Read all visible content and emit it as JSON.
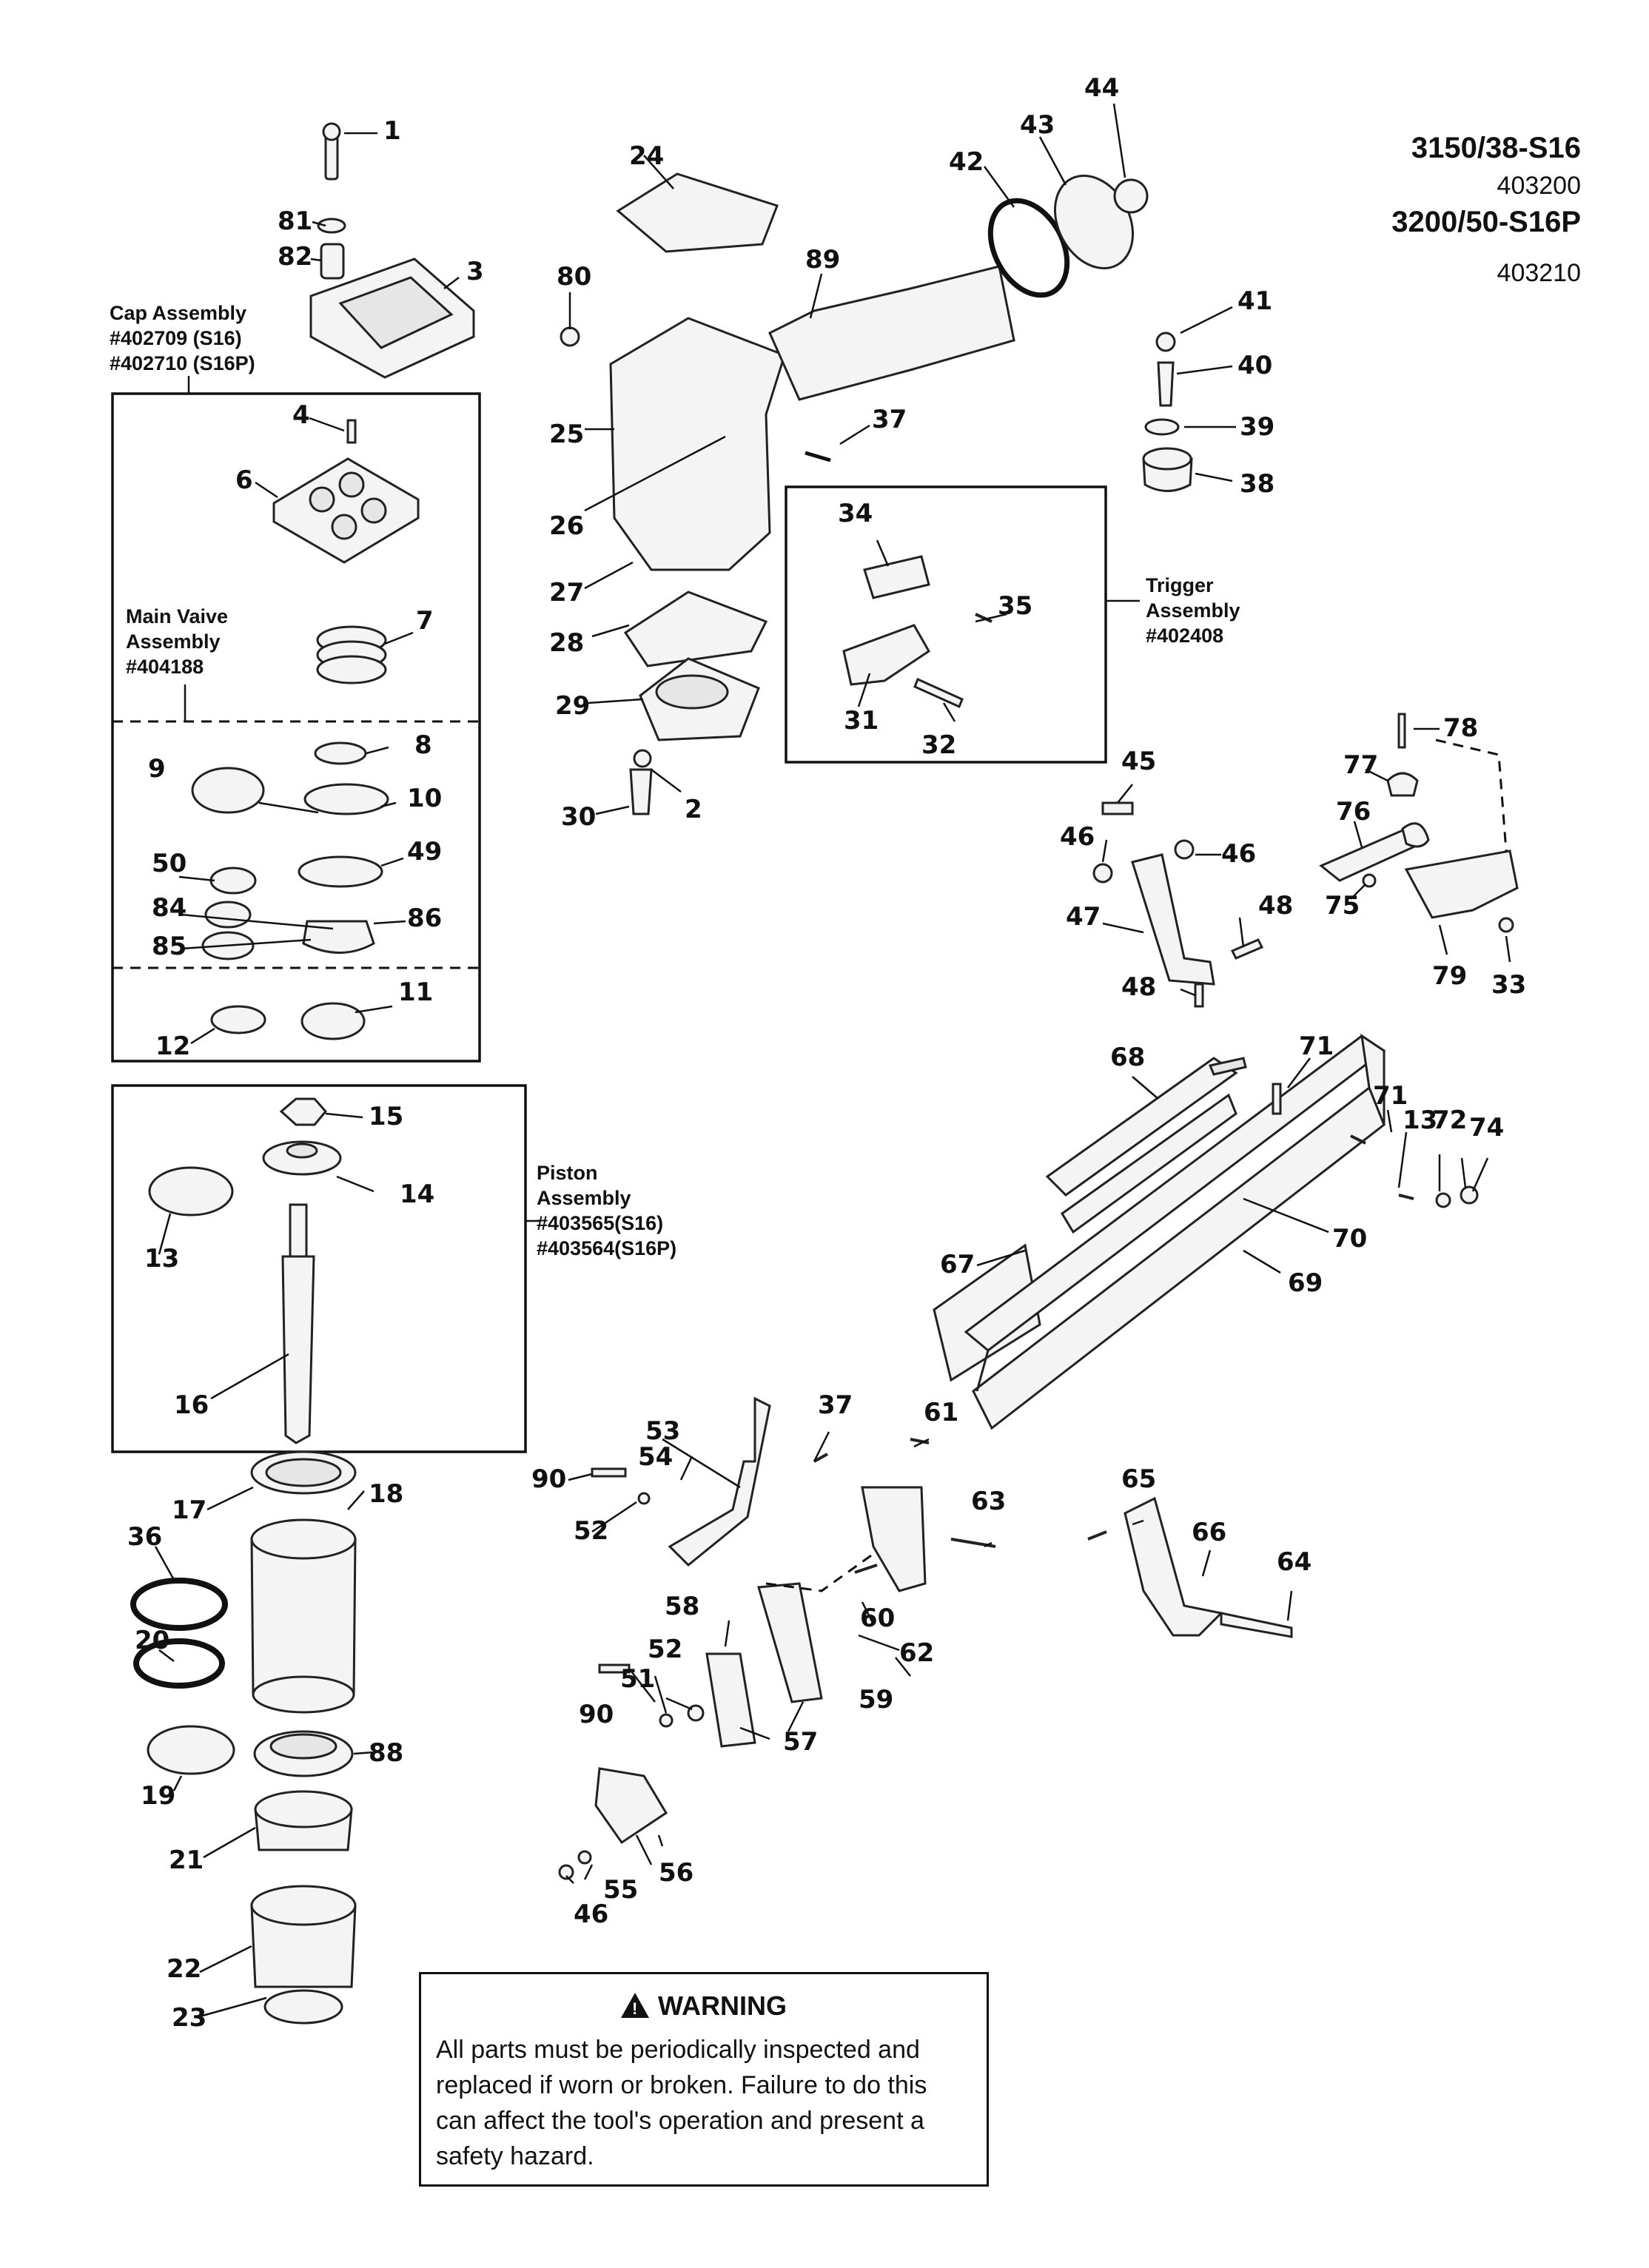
{
  "header": {
    "model_1": "3150/38-S16",
    "code_1": "403200",
    "model_2": "3200/50-S16P",
    "code_2": "403210"
  },
  "assemblies": {
    "cap": [
      "Cap Assembly",
      "#402709 (S16)",
      "#402710 (S16P)"
    ],
    "main_valve": [
      "Main Vaive",
      "Assembly",
      "#404188"
    ],
    "piston": [
      "Piston",
      "Assembly",
      "#403565(S16)",
      "#403564(S16P)"
    ],
    "trigger": [
      "Trigger",
      "Assembly",
      "#402408"
    ]
  },
  "callouts": [
    "1",
    "81",
    "82",
    "3",
    "4",
    "6",
    "7",
    "8",
    "9",
    "10",
    "49",
    "50",
    "84",
    "86",
    "85",
    "11",
    "12",
    "15",
    "14",
    "13",
    "16",
    "17",
    "18",
    "36",
    "20",
    "88",
    "19",
    "21",
    "22",
    "23",
    "24",
    "80",
    "89",
    "25",
    "26",
    "27",
    "28",
    "29",
    "30",
    "2",
    "37",
    "42",
    "43",
    "44",
    "41",
    "40",
    "39",
    "38",
    "34",
    "35",
    "31",
    "32",
    "45",
    "46",
    "46",
    "47",
    "48",
    "48",
    "78",
    "77",
    "76",
    "75",
    "79",
    "33",
    "68",
    "71",
    "71",
    "13",
    "72",
    "74",
    "70",
    "69",
    "67",
    "61",
    "37",
    "53",
    "54",
    "90",
    "52",
    "63",
    "58",
    "60",
    "62",
    "52",
    "51",
    "90",
    "59",
    "57",
    "56",
    "55",
    "46",
    "65",
    "66",
    "64"
  ],
  "warning": {
    "title": "WARNING",
    "text": "All parts must be periodically inspected and replaced if worn or broken.  Failure to do this can affect the tool's operation and present a safety hazard."
  }
}
